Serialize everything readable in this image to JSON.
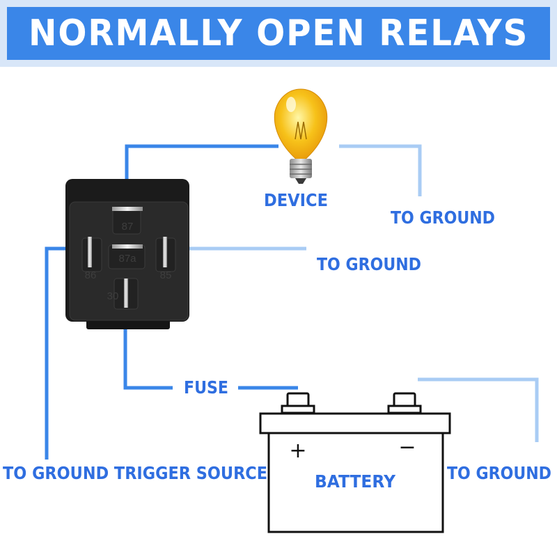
{
  "title": "NORMALLY OPEN RELAYS",
  "relay": {
    "pins": [
      "87",
      "87a",
      "86",
      "85",
      "30"
    ]
  },
  "labels": {
    "device": "DEVICE",
    "to_ground_device": "TO GROUND",
    "to_ground_pin85": "TO GROUND",
    "fuse": "FUSE",
    "to_ground_trigger_source": "TO GROUND TRIGGER SOURCE",
    "battery": "BATTERY",
    "to_ground_battery": "TO GROUND"
  },
  "battery": {
    "positive": "+",
    "negative": "−"
  },
  "colors": {
    "banner": "#3a86e8",
    "banner_border": "#d8e6f8",
    "wire_positive": "#3a86e8",
    "wire_ground": "#a9ccf4",
    "label_text": "#2f6ee0",
    "relay_body": "#1b1b1b"
  }
}
